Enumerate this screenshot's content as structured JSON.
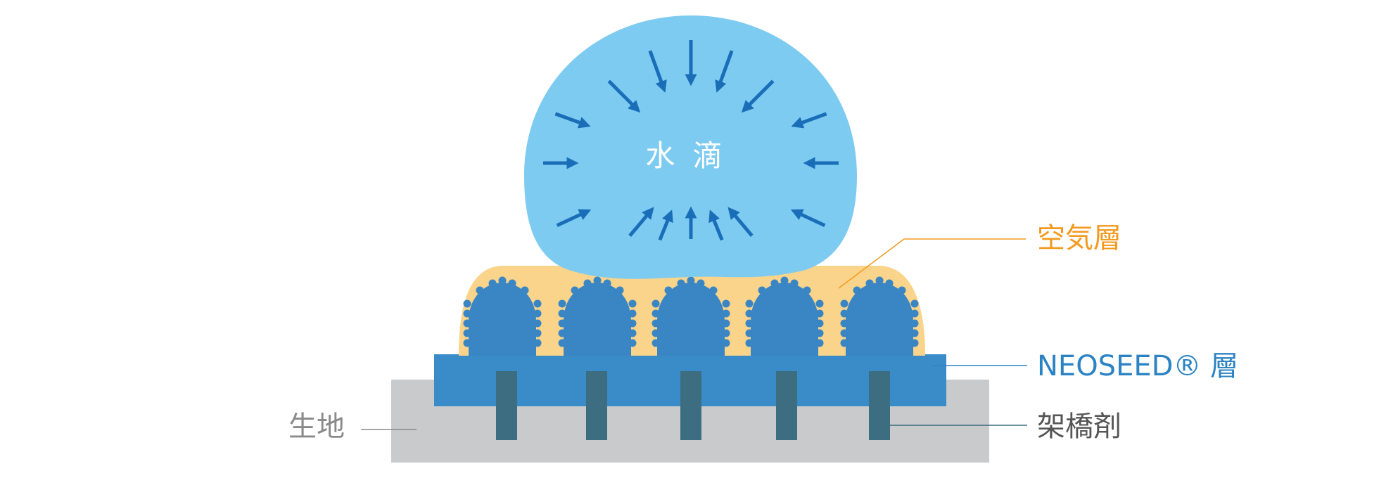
{
  "labels": {
    "water_drop": "水 滴",
    "air_layer": "空気層",
    "neoseed_layer": "NEOSEED® 層",
    "crosslinker": "架橋剤",
    "fabric": "生地"
  },
  "colors": {
    "fabric": "#c9cacb",
    "neoseed": "#3a8cc8",
    "bump": "#3a86c4",
    "air": "#f9d48a",
    "drop": "#7ecbf2",
    "arrow": "#1a6eb8",
    "crosslinker": "#3c6d80",
    "label_orange": "#f39a1e",
    "label_blue": "#2b83c3",
    "label_dark": "#555555",
    "label_gray": "#8a8a8a",
    "text_on_drop": "#ffffff"
  }
}
